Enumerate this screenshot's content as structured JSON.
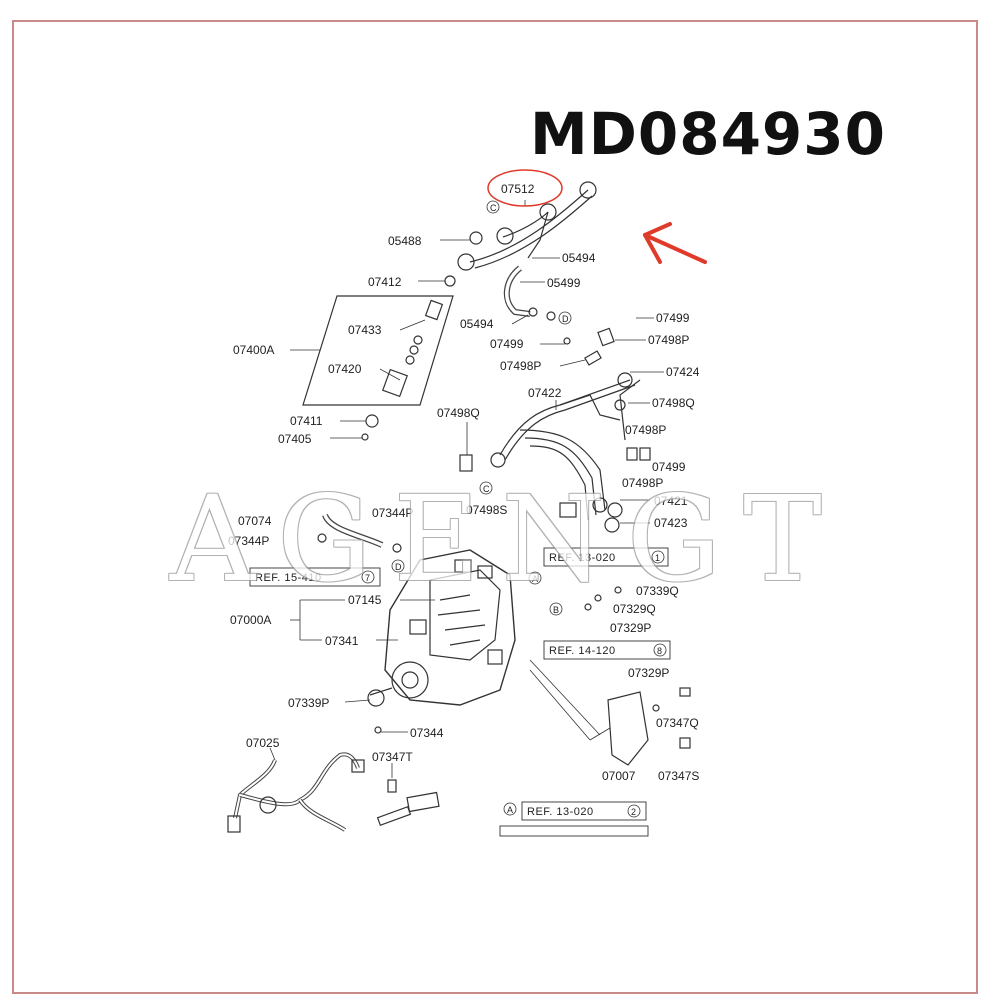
{
  "part_number": "MD084930",
  "watermark": "AGENGT",
  "colors": {
    "highlight": "#e03a2a",
    "ink": "#222222",
    "frame": "#c98a8a"
  },
  "labels": {
    "l07512": "07512",
    "l05488": "05488",
    "l05494a": "05494",
    "l05499": "05499",
    "l07412": "07412",
    "l05494b": "05494",
    "l07433": "07433",
    "l07400A": "07400A",
    "l07420": "07420",
    "l07411": "07411",
    "l07405": "07405",
    "l07499a": "07499",
    "l07498Pa": "07498P",
    "l07499b": "07499",
    "l07498Pb": "07498P",
    "l07424": "07424",
    "l07422": "07422",
    "l07498Qa": "07498Q",
    "l07498Qb": "07498Q",
    "l07498Pc": "07498P",
    "l07499c": "07499",
    "l07498Pd": "07498P",
    "l07421": "07421",
    "l07423": "07423",
    "l07498S": "07498S",
    "l07074": "07074",
    "l07344Pa": "07344P",
    "l07344Pb": "07344P",
    "l07339Q": "07339Q",
    "l07329Q": "07329Q",
    "l07329Pa": "07329P",
    "l07145": "07145",
    "l07000A": "07000A",
    "l07341": "07341",
    "l07329Pb": "07329P",
    "l07339P": "07339P",
    "l07347Q": "07347Q",
    "l07344": "07344",
    "l07025": "07025",
    "l07347T": "07347T",
    "l07007": "07007",
    "l07347S": "07347S"
  },
  "refs": {
    "ref1": {
      "text": "REF. 13-020",
      "num": "1"
    },
    "ref2": {
      "text": "REF. 15-410",
      "num": "7"
    },
    "ref3": {
      "text": "REF. 14-120",
      "num": "8"
    },
    "ref4": {
      "text": "REF. 13-020",
      "num": "2"
    }
  },
  "callouts": {
    "c": "C",
    "d": "D",
    "a": "A",
    "b": "B",
    "c2": "C",
    "d2": "D",
    "a2": "A"
  }
}
